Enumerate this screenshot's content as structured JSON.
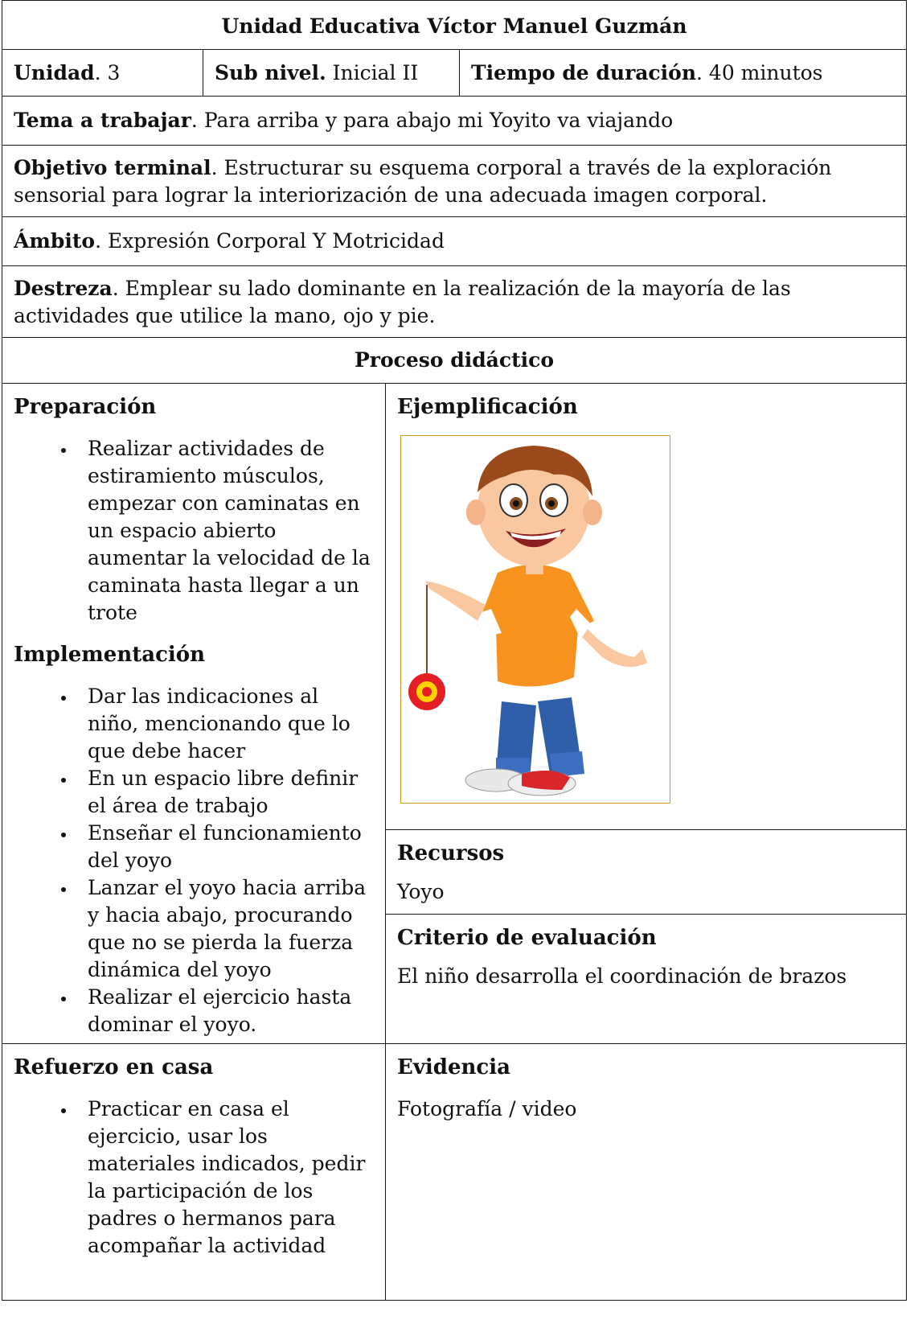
{
  "school": "Unidad Educativa Víctor Manuel Guzmán",
  "unidad": {
    "label": "Unidad",
    "value": ". 3"
  },
  "subnivel": {
    "label": "Sub nivel.",
    "value": " Inicial II"
  },
  "tiempo": {
    "label": "Tiempo de duración",
    "value": ". 40 minutos"
  },
  "tema": {
    "label": "Tema a trabajar",
    "value": ". Para arriba y para abajo mi Yoyito va viajando"
  },
  "objetivo": {
    "label": "Objetivo terminal",
    "value": ". Estructurar su esquema corporal a través de la exploración sensorial para lograr la interiorización de una adecuada imagen corporal."
  },
  "ambito": {
    "label": "Ámbito",
    "value": ". Expresión Corporal Y Motricidad"
  },
  "destreza": {
    "label": "Destreza",
    "value": ". Emplear su lado dominante en la realización de la mayoría de las actividades que utilice la mano, ojo y pie."
  },
  "proceso": "Proceso didáctico",
  "preparacion": {
    "title": "Preparación",
    "items": [
      "Realizar actividades de estiramiento músculos, empezar con caminatas en un espacio abierto aumentar la velocidad de la caminata hasta llegar a un trote"
    ]
  },
  "implementacion": {
    "title": "Implementación",
    "items": [
      "Dar las indicaciones al niño, mencionando que lo que debe hacer",
      "En un espacio libre definir el área de trabajo",
      "Enseñar el funcionamiento del yoyo",
      "Lanzar el yoyo hacia arriba y hacia abajo, procurando que no se pierda la fuerza dinámica del yoyo",
      "Realizar el ejercicio hasta dominar el yoyo."
    ]
  },
  "ejemplificacion": {
    "title": "Ejemplificación"
  },
  "recursos": {
    "title": "Recursos",
    "text": "Yoyo"
  },
  "criterio": {
    "title": "Criterio de evaluación",
    "text": "El niño desarrolla el coordinación de brazos"
  },
  "refuerzo": {
    "title": "Refuerzo en casa",
    "items": [
      "Practicar en casa el ejercicio, usar los materiales indicados, pedir la participación de los padres o hermanos para acompañar la actividad"
    ]
  },
  "evidencia": {
    "title": "Evidencia",
    "text": "Fotografía / video"
  },
  "colors": {
    "frame": "#d69a2a",
    "shirt": "#f7931e",
    "pants": "#2f5fa8",
    "hair": "#9b4a1c",
    "yoyo": "#e31e24"
  }
}
